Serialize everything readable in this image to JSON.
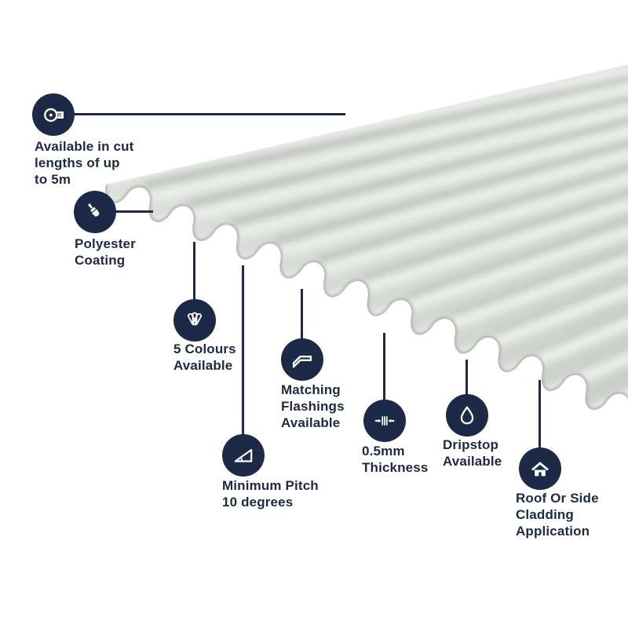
{
  "colors": {
    "navy": "#1d2a47",
    "text": "#1d2a42",
    "background": "#ffffff",
    "sheet_base": "#d5d8d4",
    "sheet_light": "#eaece9",
    "sheet_dark": "#c2c6c1",
    "sheet_edge": "#b3b8b2"
  },
  "features": [
    {
      "name": "cut-lengths",
      "icon": "tape-measure-icon",
      "label": "Available in cut\nlengths of up\nto 5m"
    },
    {
      "name": "polyester-coating",
      "icon": "paintbrush-icon",
      "label": "Polyester\nCoating"
    },
    {
      "name": "five-colours",
      "icon": "colour-swatch-icon",
      "label": "5 Colours\nAvailable"
    },
    {
      "name": "matching-flashings",
      "icon": "flashing-icon",
      "label": "Matching\nFlashings\nAvailable"
    },
    {
      "name": "minimum-pitch",
      "icon": "pitch-angle-icon",
      "label": "Minimum Pitch\n10 degrees"
    },
    {
      "name": "thickness",
      "icon": "thickness-icon",
      "label": "0.5mm\nThickness"
    },
    {
      "name": "dripstop",
      "icon": "droplet-icon",
      "label": "Dripstop\nAvailable"
    },
    {
      "name": "roof-cladding",
      "icon": "house-icon",
      "label": "Roof Or Side\nCladding\nApplication"
    }
  ]
}
